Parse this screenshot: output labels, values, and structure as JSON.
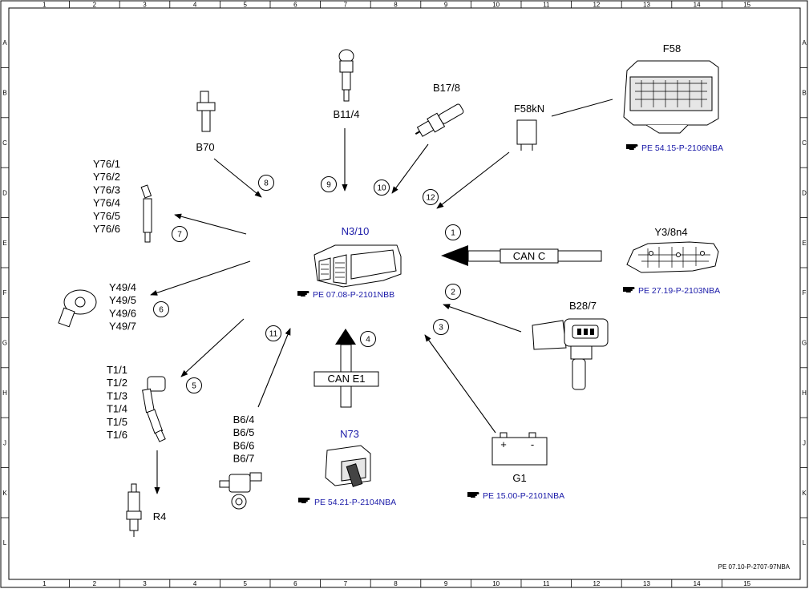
{
  "grid": {
    "columns": [
      "1",
      "2",
      "3",
      "4",
      "5",
      "6",
      "7",
      "8",
      "9",
      "10",
      "11",
      "12",
      "13",
      "14",
      "15"
    ],
    "rows": [
      "A",
      "B",
      "C",
      "D",
      "E",
      "F",
      "G",
      "H",
      "J",
      "K",
      "L"
    ]
  },
  "document_id": "PE 07.10-P-2707-97NBA",
  "colors": {
    "link_blue": "#1a1aa8",
    "line": "#000000"
  },
  "components": {
    "n3_10": {
      "label": "N3/10",
      "ref": "PE 07.08-P-2101NBB"
    },
    "f58": {
      "label": "F58",
      "ref": "PE 54.15-P-2106NBA"
    },
    "f58kn": {
      "label": "F58kN"
    },
    "b17_8": {
      "label": "B17/8"
    },
    "b11_4": {
      "label": "B11/4"
    },
    "b70": {
      "label": "B70"
    },
    "y76": {
      "lines": [
        "Y76/1",
        "Y76/2",
        "Y76/3",
        "Y76/4",
        "Y76/5",
        "Y76/6"
      ]
    },
    "y49": {
      "lines": [
        "Y49/4",
        "Y49/5",
        "Y49/6",
        "Y49/7"
      ]
    },
    "t1": {
      "lines": [
        "T1/1",
        "T1/2",
        "T1/3",
        "T1/4",
        "T1/5",
        "T1/6"
      ]
    },
    "r4": {
      "label": "R4"
    },
    "b6": {
      "lines": [
        "B6/4",
        "B6/5",
        "B6/6",
        "B6/7"
      ]
    },
    "n73": {
      "label": "N73",
      "ref": "PE 54.21-P-2104NBA"
    },
    "g1": {
      "label": "G1",
      "ref": "PE 15.00-P-2101NBA",
      "plus": "+",
      "minus": "-"
    },
    "b28_7": {
      "label": "B28/7"
    },
    "y3_8n4": {
      "label": "Y3/8n4",
      "ref": "PE 27.19-P-2103NBA"
    }
  },
  "buses": {
    "can_c": "CAN C",
    "can_e1": "CAN E1"
  },
  "callouts": [
    "1",
    "2",
    "3",
    "4",
    "5",
    "6",
    "7",
    "8",
    "9",
    "10",
    "11",
    "12"
  ],
  "ref_icon": "pointing-hand-icon"
}
